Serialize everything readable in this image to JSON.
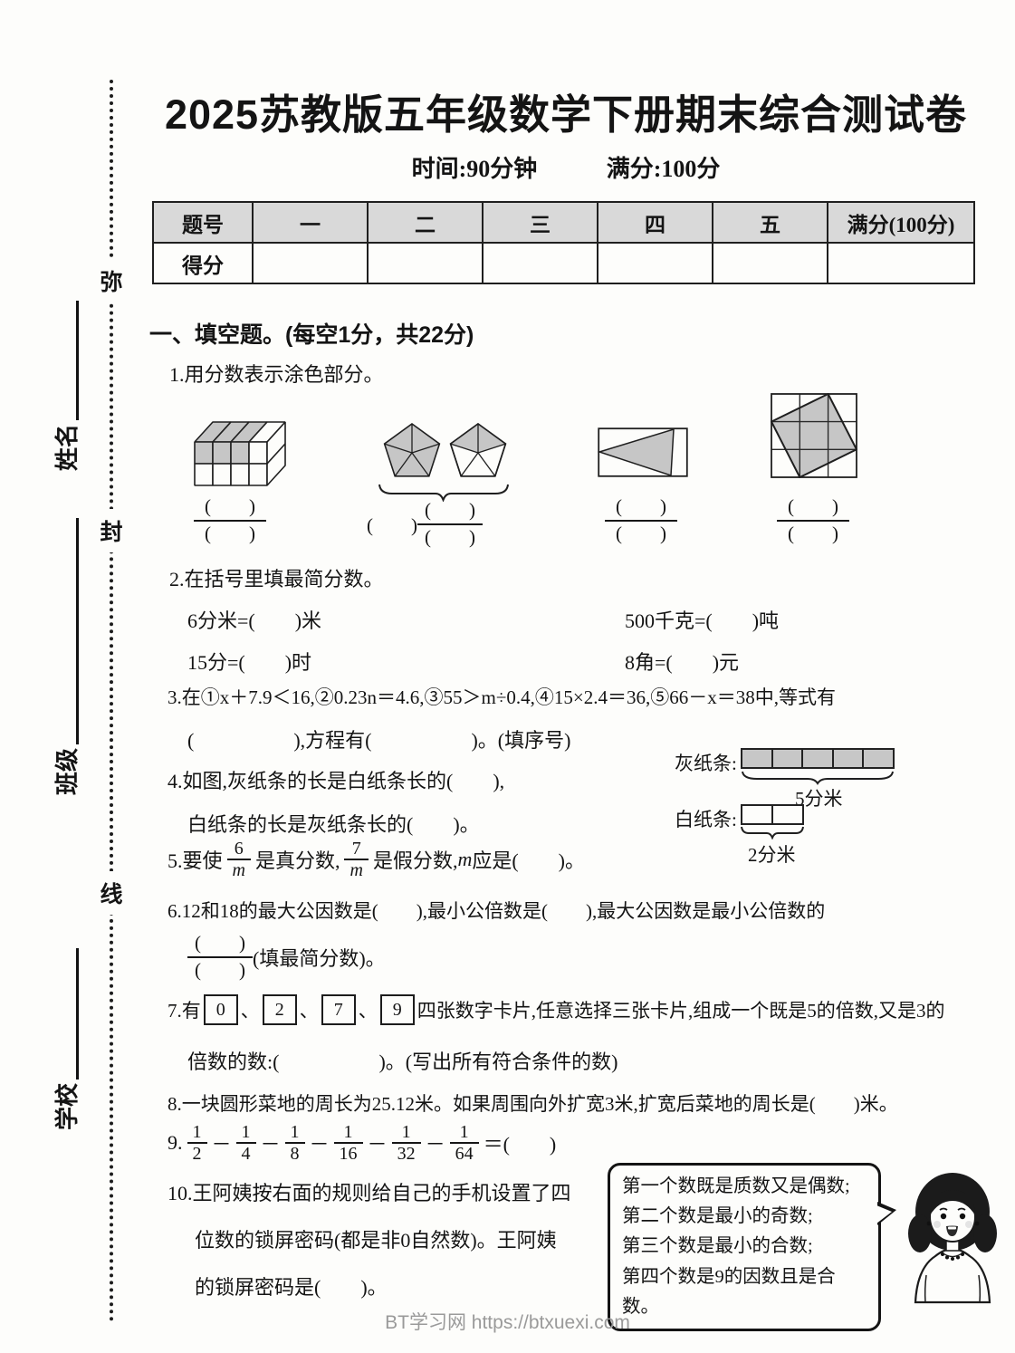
{
  "colors": {
    "shade": "#c6c6c6",
    "table_header_bg": "#d9d9d9",
    "footer_text": "#9a9a9a"
  },
  "header": {
    "title": "2025苏教版五年级数学下册期末综合测试卷",
    "time": "时间:90分钟",
    "full_score": "满分:100分"
  },
  "seal": {
    "m1": "弥",
    "m2": "封",
    "m3": "线",
    "name": "姓名",
    "clazz": "班级",
    "school": "学校"
  },
  "score_table": {
    "h0": "题号",
    "h1": "一",
    "h2": "二",
    "h3": "三",
    "h4": "四",
    "h5": "五",
    "h6": "满分(100分)",
    "r0": "得分"
  },
  "section1": {
    "title": "一、填空题。(每空1分，共22分)"
  },
  "blanks": {
    "paren2": "(　　)",
    "paren5": "(　　　　　)"
  },
  "q1": {
    "text": "1.用分数表示涂色部分。"
  },
  "q2": {
    "text": "2.在括号里填最简分数。",
    "i1": "6分米=(　　)米",
    "i2": "500千克=(　　)吨",
    "i3": "15分=(　　)时",
    "i4": "8角=(　　)元"
  },
  "q3": {
    "l1": "3.在①x＋7.9＜16,②0.23n＝4.6,③55＞m÷0.4,④15×2.4＝36,⑤66－x＝38中,等式有",
    "l2": "(　　　　　),方程有(　　　　　)。(填序号)"
  },
  "q4": {
    "l1": "4.如图,灰纸条的长是白纸条长的(　　),",
    "l2": "白纸条的长是灰纸条长的(　　)。",
    "grey_label": "灰纸条:",
    "white_label": "白纸条:",
    "grey_len": "5分米",
    "white_len": "2分米"
  },
  "q5": {
    "pre": "5.要使",
    "f1n": "6",
    "f1d": "m",
    "mid": "是真分数,",
    "f2n": "7",
    "f2d": "m",
    "mid2": "是假分数,",
    "var": "m",
    "post": "应是(　　)。"
  },
  "q6": {
    "l1": "6.12和18的最大公因数是(　　),最小公倍数是(　　),最大公因数是最小公倍数的",
    "suffix": "(填最简分数)。"
  },
  "q7": {
    "pre": "7.有",
    "c0": "0",
    "c1": "2",
    "c2": "7",
    "c3": "9",
    "sep": "、",
    "rest": "四张数字卡片,任意选择三张卡片,组成一个既是5的倍数,又是3的",
    "l2": "倍数的数:(　　　　　)。(写出所有符合条件的数)"
  },
  "q8": {
    "text": "8.一块圆形菜地的周长为25.12米。如果周围向外扩宽3米,扩宽后菜地的周长是(　　)米。"
  },
  "q9": {
    "label": "9.",
    "minus": "－",
    "equals": "＝(　　)",
    "f1n": "1",
    "f1d": "2",
    "f2n": "1",
    "f2d": "4",
    "f3n": "1",
    "f3d": "8",
    "f4n": "1",
    "f4d": "16",
    "f5n": "1",
    "f5d": "32",
    "f6n": "1",
    "f6d": "64"
  },
  "q10": {
    "l1": "10.王阿姨按右面的规则给自己的手机设置了四",
    "l2": "位数的锁屏密码(都是非0自然数)。王阿姨",
    "l3": "的锁屏密码是(　　)。",
    "b1": "第一个数既是质数又是偶数;",
    "b2": "第二个数是最小的奇数;",
    "b3": "第三个数是最小的合数;",
    "b4": "第四个数是9的因数且是合数。"
  },
  "footer": {
    "text": "BT学习网 https://btxuexi.com"
  }
}
